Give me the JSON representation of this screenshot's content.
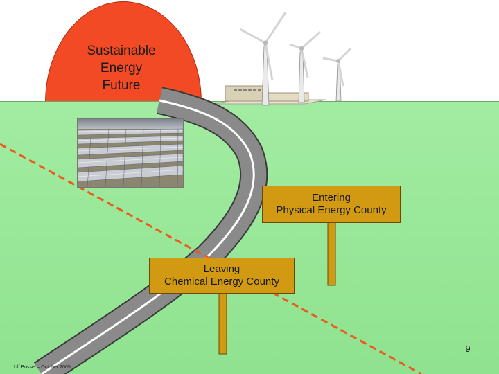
{
  "sun_label": {
    "line1": "Sustainable",
    "line2": "Energy",
    "line3": "Future"
  },
  "signs": {
    "entering": {
      "line1": "Entering",
      "line2": "Physical Energy County"
    },
    "leaving": {
      "line1": "Leaving",
      "line2": "Chemical Energy County"
    }
  },
  "page_number": "9",
  "footer": "Ulf Bossel – October 2005",
  "colors": {
    "sun": "#f24a24",
    "field": "#99e699",
    "road": "#8a8a8a",
    "sign": "#d19a12",
    "boundary": "#ec5a1e"
  }
}
